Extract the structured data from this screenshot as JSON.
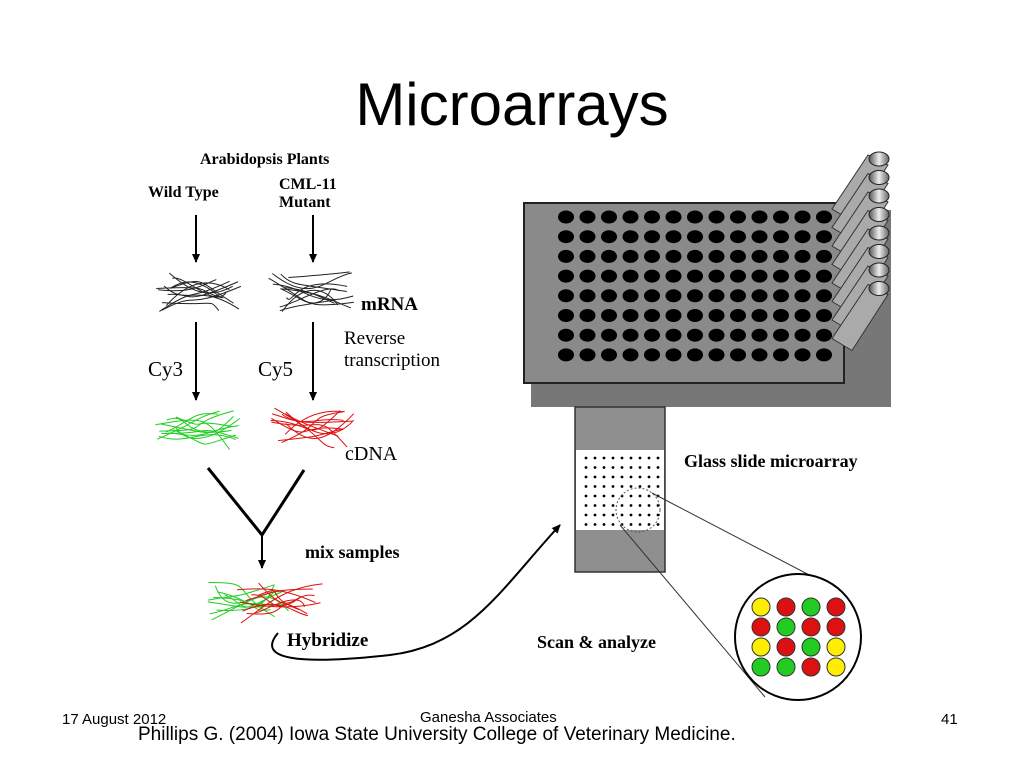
{
  "slide": {
    "title": "Microarrays",
    "footer_date": "17 August 2012",
    "footer_center": "Ganesha Associates",
    "footer_page": "41",
    "citation": "Phillips G. (2004) Iowa State University College of Veterinary Medicine."
  },
  "diagram": {
    "plants_label": "Arabidopsis Plants",
    "wild_type_label": "Wild Type",
    "mutant_label_line1": "CML-11",
    "mutant_label_line2": "Mutant",
    "mrna_label": "mRNA",
    "rt_label_line1": "Reverse",
    "rt_label_line2": "transcription",
    "cy3_label": "Cy3",
    "cy5_label": "Cy5",
    "cdna_label": "cDNA",
    "mix_label": "mix samples",
    "hybridize_label": "Hybridize",
    "glass_slide_label": "Glass slide microarray",
    "scan_label": "Scan & analyze",
    "colors": {
      "green": "#22cc22",
      "red": "#dd1111",
      "yellow": "#ffee00",
      "plate": "#8a8a8a"
    },
    "spot_grid": [
      [
        "yellow",
        "red",
        "green",
        "red"
      ],
      [
        "red",
        "green",
        "red",
        "red"
      ],
      [
        "yellow",
        "red",
        "green",
        "yellow"
      ],
      [
        "green",
        "green",
        "red",
        "yellow"
      ]
    ]
  }
}
